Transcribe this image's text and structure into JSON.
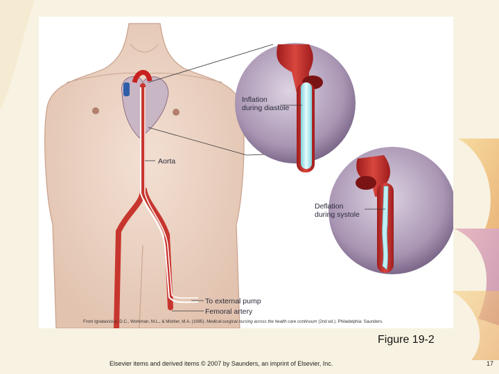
{
  "figure": {
    "labels": {
      "inflation": "Inflation\nduring diastole",
      "aorta": "Aorta",
      "deflation": "Deflation\nduring systole",
      "external_pump": "To external pump",
      "femoral_artery": "Femoral artery"
    },
    "credit": {
      "prefix": "From Ignatavicius, D.C., Workman, M.L., & Mishler, M.A. (1995). ",
      "book": "Medical-surgical nursing across the health care continuum",
      "suffix": " (2nd ed.). Philadelphia: Saunders."
    }
  },
  "caption": "Figure 19-2",
  "footer": "Elsevier items and derived items © 2007 by Saunders, an imprint of Elsevier, Inc.",
  "page_number": "17"
}
